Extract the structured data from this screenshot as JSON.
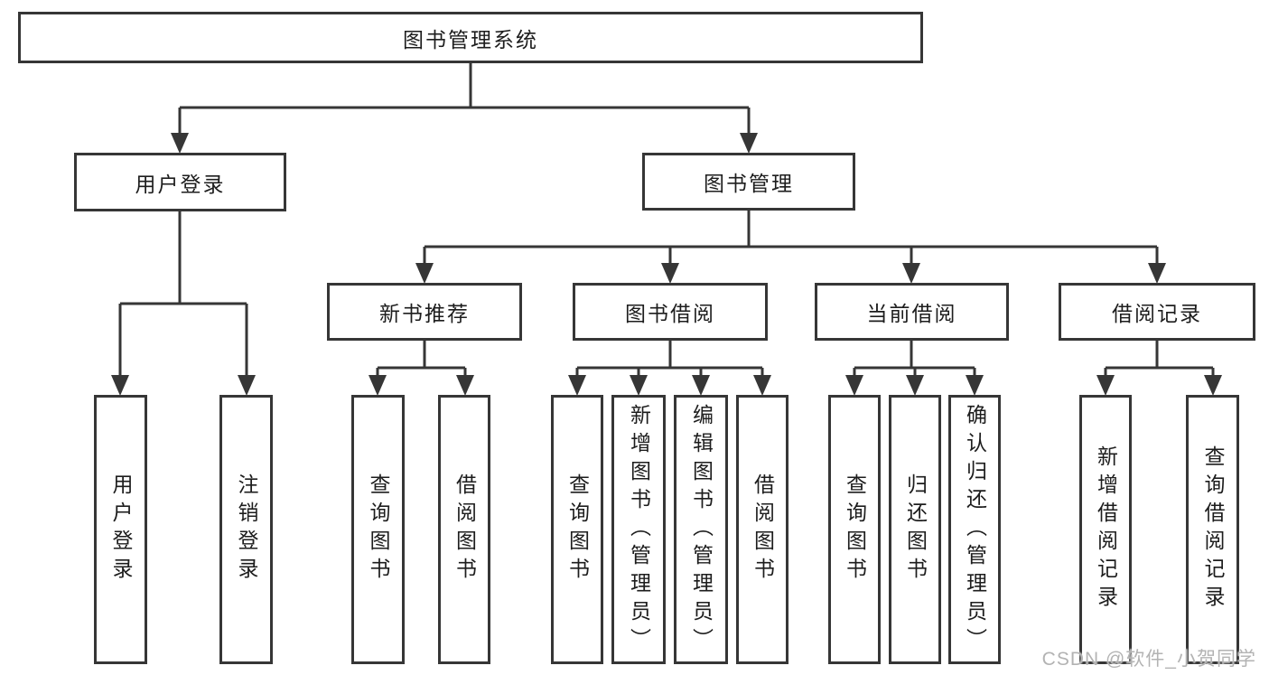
{
  "diagram": {
    "root": {
      "label": "图书管理系统"
    },
    "level2": {
      "user_login": {
        "label": "用户登录"
      },
      "book_mgmt": {
        "label": "图书管理"
      }
    },
    "level3": {
      "new_book_rec": {
        "label": "新书推荐"
      },
      "book_borrow": {
        "label": "图书借阅"
      },
      "current_borrow": {
        "label": "当前借阅"
      },
      "borrow_records": {
        "label": "借阅记录"
      }
    },
    "leaves": {
      "user_login": "用户登录",
      "logout": "注销登录",
      "nb_query": "查询图书",
      "nb_borrow": "借阅图书",
      "bb_query": "查询图书",
      "bb_add": "新增图书（管理员）",
      "bb_edit": "编辑图书（管理员）",
      "bb_borrow": "借阅图书",
      "cb_query": "查询图书",
      "cb_return": "归还图书",
      "cb_confirm": "确认归还（管理员）",
      "br_add": "新增借阅记录",
      "br_query": "查询借阅记录"
    },
    "watermark": "CSDN @软件_小贺同学",
    "colors": {
      "line": "#363636",
      "text": "#1d1d1d",
      "background": "#ffffff",
      "watermark": "#b3b3b3"
    }
  }
}
